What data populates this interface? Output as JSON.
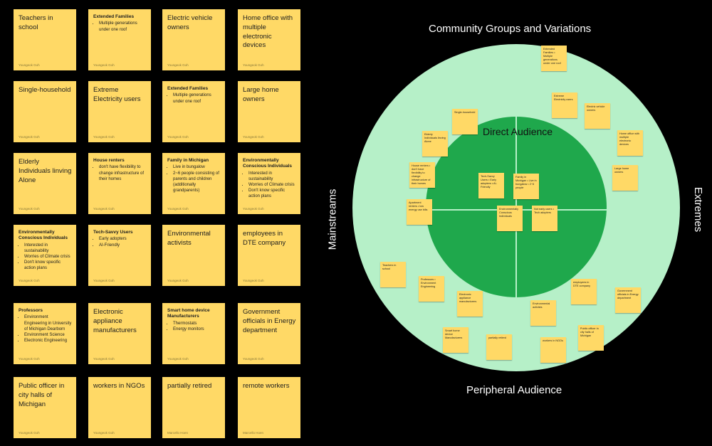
{
  "notes": [
    {
      "text": "Teachers in school",
      "author": "Youngeok Goh"
    },
    {
      "text": "Extended Families",
      "bullets": [
        "Multiple generations under one roof"
      ],
      "author": "Youngeok Goh"
    },
    {
      "text": "Electric vehicle owners",
      "author": "Youngeok Goh"
    },
    {
      "text": "Home office with multiple electronic devices",
      "author": "Youngeok Goh"
    },
    {
      "text": "Single-household",
      "author": "Youngeok Goh"
    },
    {
      "text": "Extreme Electricity users",
      "author": "Youngeok Goh"
    },
    {
      "text": "Extended Families",
      "bullets": [
        "Multiple generations under one roof"
      ],
      "author": "Youngeok Goh"
    },
    {
      "text": "Large home owners",
      "author": "Youngeok Goh"
    },
    {
      "text": "Elderly Individuals linving Alone",
      "author": "Youngeok Goh"
    },
    {
      "text": "House renters",
      "bullets": [
        "don't have flexibility to change infrastructure of their homes"
      ],
      "author": "Youngeok Goh"
    },
    {
      "text": "Family in Michigan",
      "bullets": [
        "Live in bungalow",
        "2~6 people consisting of parents and children (additionally grandparents)"
      ],
      "author": "Youngeok Goh"
    },
    {
      "text": "Environmentally Conscious Individuals",
      "bullets": [
        "Interested in sustainability",
        "Worries of Climate crisis",
        "Don't know specific action plans"
      ],
      "author": "Youngeok Goh"
    },
    {
      "text": "Environmentally Conscious Individuals",
      "bullets": [
        "Interested in sustainability",
        "Worries of Climate crisis",
        "Don't know specific action plans"
      ],
      "author": "Youngeok Goh"
    },
    {
      "text": "Tech-Savvy Users",
      "bullets": [
        "Early adopters",
        "AI-Friendly"
      ],
      "author": "Youngeok Goh"
    },
    {
      "text": "Environmental activists",
      "author": "Youngeok Goh"
    },
    {
      "text": "employees in DTE company",
      "author": "Youngeok Goh"
    },
    {
      "text": "Professors",
      "bullets": [
        "Environment Engineering in University of Michigan Dearborn",
        "Environment Science",
        "Electronic Engineering"
      ],
      "author": "Youngeok Goh"
    },
    {
      "text": "Electronic appliance manufacturers",
      "author": "Youngeok Goh"
    },
    {
      "text": "Smart home device Manufacturers",
      "bullets": [
        "Thermostats",
        "Energy monitors"
      ],
      "author": "Youngeok Goh"
    },
    {
      "text": "Government officials in Energy department",
      "author": "Youngeok Goh"
    },
    {
      "text": "Public officer in city halls of Michigan",
      "author": "Youngeok Goh"
    },
    {
      "text": "workers in NGOs",
      "author": "Youngeok Goh"
    },
    {
      "text": "partially retired",
      "author": "Marcello Hoen"
    },
    {
      "text": "remote workers",
      "author": "Marcello Hoen"
    }
  ],
  "diagram": {
    "top_label": "Community Groups and Variations",
    "bottom_label": "Peripheral Audience",
    "left_label": "Mainstreams",
    "right_label": "Extremes",
    "center_label": "Direct Audience",
    "mini_notes": [
      "Extended Families • Multiple generations under one roof",
      "Extreme Electricity users",
      "Electric vehicle owners",
      "Single-household",
      "Elderly Individuals linving Alone",
      "Home office with multiple electronic devices",
      "Large home owners",
      "House renters • don't have flexibility to change infrastructure of their homes",
      "Tech-Savvy Users • Early adopters • AI-Friendly",
      "Family in Michigan • Live in bungalow • 2~6 people",
      "Apartment renters • low energy use bills",
      "Environmentally Conscious Individuals",
      "Not early users • Tech adopters",
      "Teachers in school",
      "Professors • Environment Engineering",
      "employees in DTE company",
      "Electronic appliance manufacturers",
      "Environmental activists",
      "Government officials in Energy department",
      "Smart home device Manufacturers",
      "partially retired",
      "workers in NGOs",
      "Public officer in city halls of Michigan"
    ]
  }
}
